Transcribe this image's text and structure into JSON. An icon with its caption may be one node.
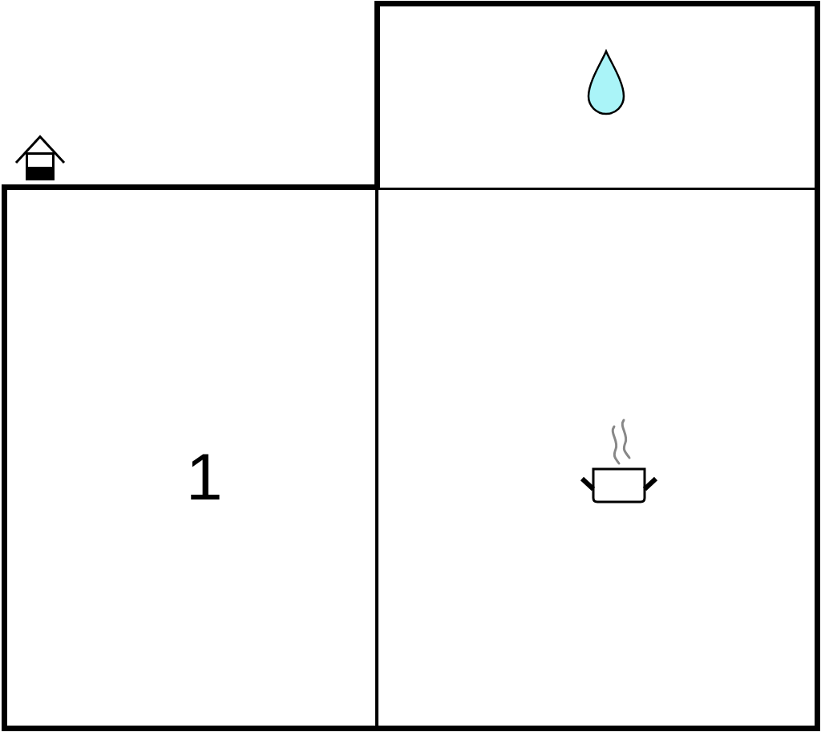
{
  "diagram": {
    "nodes": [
      {
        "text": [],
        "shape": "box"
      },
      {
        "text": [
          "1"
        ]
      },
      {
        "text": [],
        "shape": "box"
      }
    ]
  }
}
